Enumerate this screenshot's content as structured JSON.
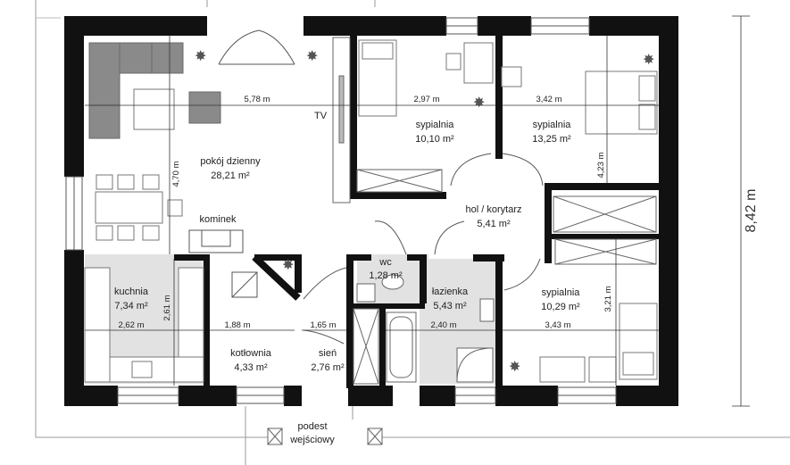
{
  "rooms": [
    {
      "key": "pokoj",
      "name": "pokój dzienny",
      "area": "28,21 m²"
    },
    {
      "key": "kuchnia",
      "name": "kuchnia",
      "area": "7,34 m²"
    },
    {
      "key": "kotlownia",
      "name": "kotłownia",
      "area": "4,33 m²"
    },
    {
      "key": "sien",
      "name": "sień",
      "area": "2,76 m²"
    },
    {
      "key": "wc",
      "name": "wc",
      "area": "1,28 m²"
    },
    {
      "key": "lazienka",
      "name": "łazienka",
      "area": "5,43 m²"
    },
    {
      "key": "hol",
      "name": "hol / korytarz",
      "area": "5,41 m²"
    },
    {
      "key": "sypialnia1",
      "name": "sypialnia",
      "area": "10,10 m²"
    },
    {
      "key": "sypialnia2",
      "name": "sypialnia",
      "area": "13,25 m²"
    },
    {
      "key": "sypialnia3",
      "name": "sypialnia",
      "area": "10,29 m²"
    }
  ],
  "labels": {
    "tv": "TV",
    "kominek": "kominek",
    "podest_line1": "podest",
    "podest_line2": "wejściowy"
  },
  "dimensions": {
    "pokoj_width": "5,78 m",
    "pokoj_depth": "4,70 m",
    "syp1_width": "2,97 m",
    "syp2_width": "3,42 m",
    "syp2_depth": "4,23 m",
    "kuchnia_width": "2,62 m",
    "kuchnia_depth": "2,61 m",
    "kotlownia_width": "1,88 m",
    "sien_width": "1,65 m",
    "lazienka_width": "2,40 m",
    "syp3_width": "3,43 m",
    "syp3_depth": "3,21 m",
    "overall_depth": "8,42 m"
  },
  "colors": {
    "wall": "#111111",
    "tile_floor": "#e2e2e2",
    "sofa": "#8a8a8a",
    "furniture_stroke": "#6a6a6a",
    "dimension_line": "#333333"
  }
}
